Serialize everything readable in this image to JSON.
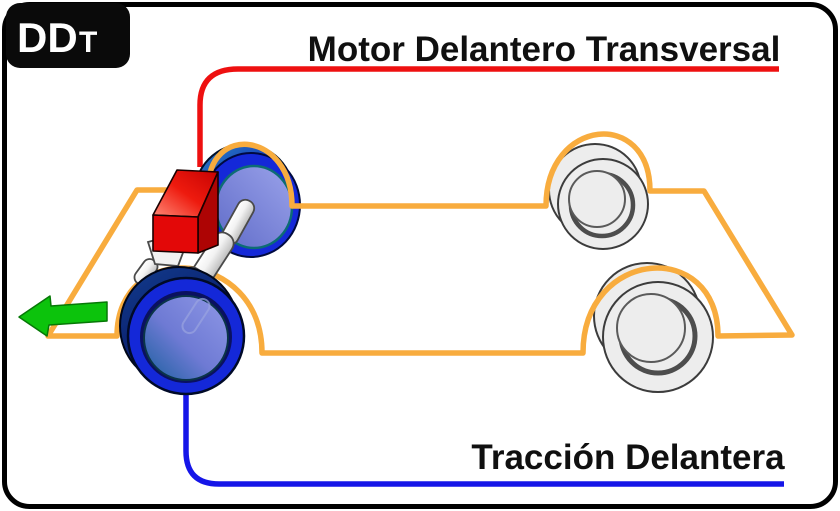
{
  "diagram": {
    "type": "drivetrain-layout-schematic",
    "badge": {
      "code_main": "DD",
      "code_sub": "T"
    },
    "title": "Motor Delantero Transversal",
    "caption": "Tracción Delantera",
    "arrow_direction": "left"
  },
  "colors": {
    "frame_fill": "#ffffff",
    "frame_border": "#000000",
    "badge_bg": "#0a0a0a",
    "badge_text": "#ffffff",
    "label_text": "#101010",
    "engine_line": "#ee1010",
    "traction_line": "#1515e8",
    "chassis_line": "#f8ac3e",
    "arrow_green": "#0cc30c",
    "engine_red": "#e30808",
    "engine_red_dark": "#ad0404",
    "wheel_drive_blue": "#1428d8",
    "wheel_free_gray": "#ededed"
  },
  "icons": {
    "direction_arrow": "left-arrow"
  }
}
